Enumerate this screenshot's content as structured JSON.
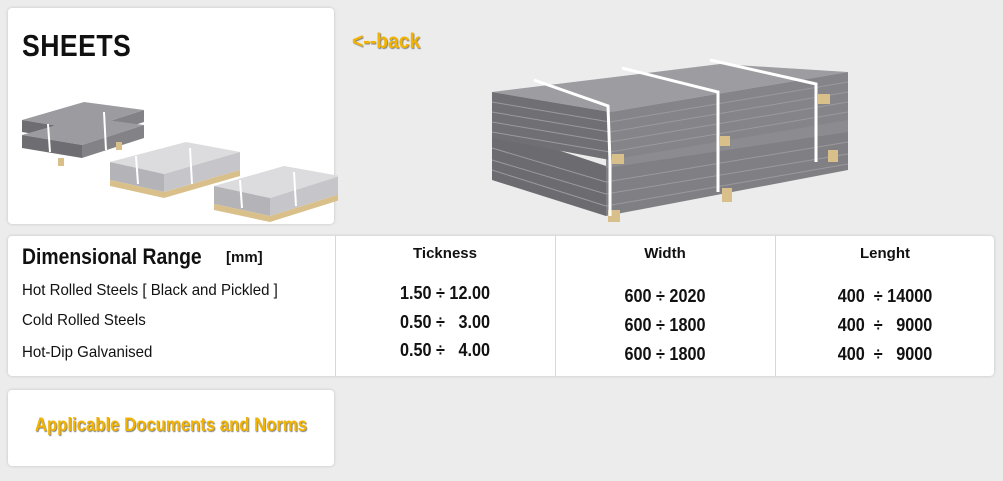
{
  "sheets": {
    "title": "SHEETS"
  },
  "nav": {
    "back_label": "<--back"
  },
  "dimensional": {
    "title": "Dimensional Range",
    "unit": "[mm]",
    "columns": [
      "Tickness",
      "Width",
      "Lenght"
    ],
    "rows": [
      {
        "label": "Hot Rolled Steels [ Black and Pickled ]",
        "thickness": "1.50 ÷ 12.00",
        "width": "600 ÷ 2020",
        "length": "400  ÷ 14000"
      },
      {
        "label": "Cold Rolled Steels",
        "thickness": "0.50 ÷   3.00",
        "width": "600 ÷ 1800",
        "length": "400  ÷   9000"
      },
      {
        "label": "Hot-Dip Galvanised",
        "thickness": "0.50 ÷   4.00",
        "width": "600 ÷ 1800",
        "length": "400  ÷   9000"
      }
    ]
  },
  "docs": {
    "link_label": "Applicable Documents and Norms"
  },
  "colors": {
    "accent": "#f2b400",
    "card": "#ffffff",
    "background": "#ececec",
    "steel": "#8a8a8e",
    "wood": "#d9c08a"
  }
}
